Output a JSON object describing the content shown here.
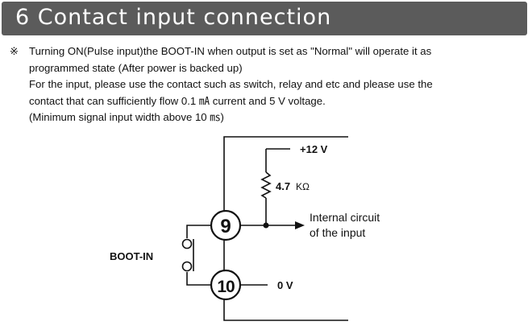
{
  "header": {
    "title": "6 Contact input connection"
  },
  "note": {
    "mark": "※",
    "lines": [
      "Turning ON(Pulse input)the BOOT-IN when output is set as \"Normal\" will operate it as",
      "programmed state (After power is backed up)",
      "For the input, please use the contact such as switch, relay and etc and please use the",
      "contact that can sufficiently flow 0.1 ㎃ current and 5 V voltage.",
      "(Minimum signal input width above 10 ㎳)"
    ]
  },
  "diagram": {
    "supply_label": "+12 V",
    "resistor_value": "4.7",
    "resistor_unit": "KΩ",
    "terminal_upper": "9",
    "terminal_lower": "10",
    "output_label_line1": "Internal circuit",
    "output_label_line2": "of the input",
    "contact_label": "BOOT-IN",
    "ground_label": "0 V"
  }
}
